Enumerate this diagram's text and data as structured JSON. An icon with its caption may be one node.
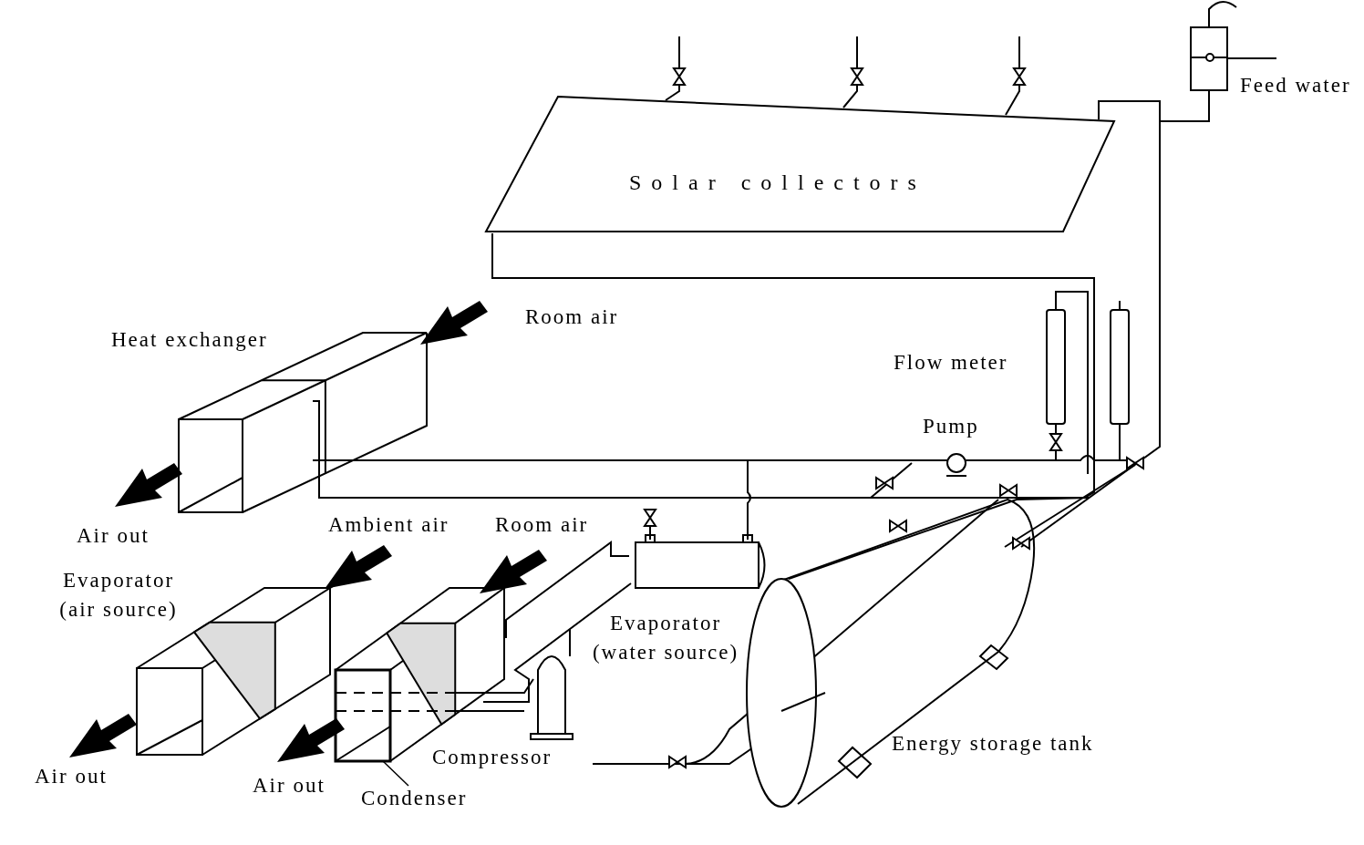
{
  "diagram": {
    "nodes": [
      {
        "text": [
          "Solar collectors"
        ]
      },
      {
        "text": [
          "Condenser"
        ]
      },
      {
        "text": [],
        "shape": "box"
      }
    ],
    "edges": [
      {
        "from": 1,
        "to": 2,
        "arrow": "none"
      }
    ],
    "labels": [
      "Feed water",
      "Room air",
      "Heat exchanger",
      "Flow meter",
      "Pump",
      "Ambient air",
      "Room air",
      "Air out",
      "Evaporator (air source)",
      "Evaporator (water source)",
      "Energy storage tank",
      "Compressor",
      "Air out",
      "Air out"
    ]
  }
}
